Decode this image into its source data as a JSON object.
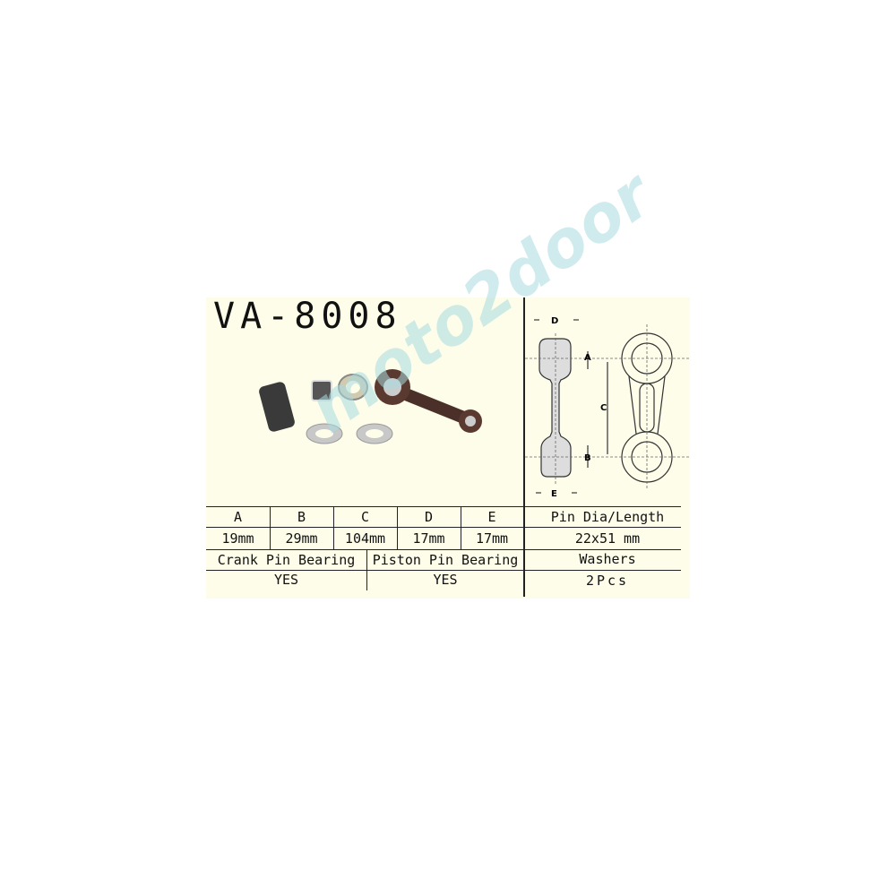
{
  "part_number": "VA-8008",
  "watermark": "moto2door",
  "diagram_labels": {
    "a": "A",
    "b": "B",
    "c": "C",
    "d": "D",
    "e": "E"
  },
  "dimensions": {
    "headers": [
      "A",
      "B",
      "C",
      "D",
      "E"
    ],
    "values": [
      "19mm",
      "29mm",
      "104mm",
      "17mm",
      "17mm"
    ]
  },
  "pin": {
    "label": "Pin Dia/Length",
    "value": "22x51 mm"
  },
  "crank_pin_bearing": {
    "label": "Crank Pin Bearing",
    "value": "YES"
  },
  "piston_pin_bearing": {
    "label": "Piston Pin Bearing",
    "value": "YES"
  },
  "washers": {
    "label": "Washers",
    "value": "2Pcs"
  }
}
